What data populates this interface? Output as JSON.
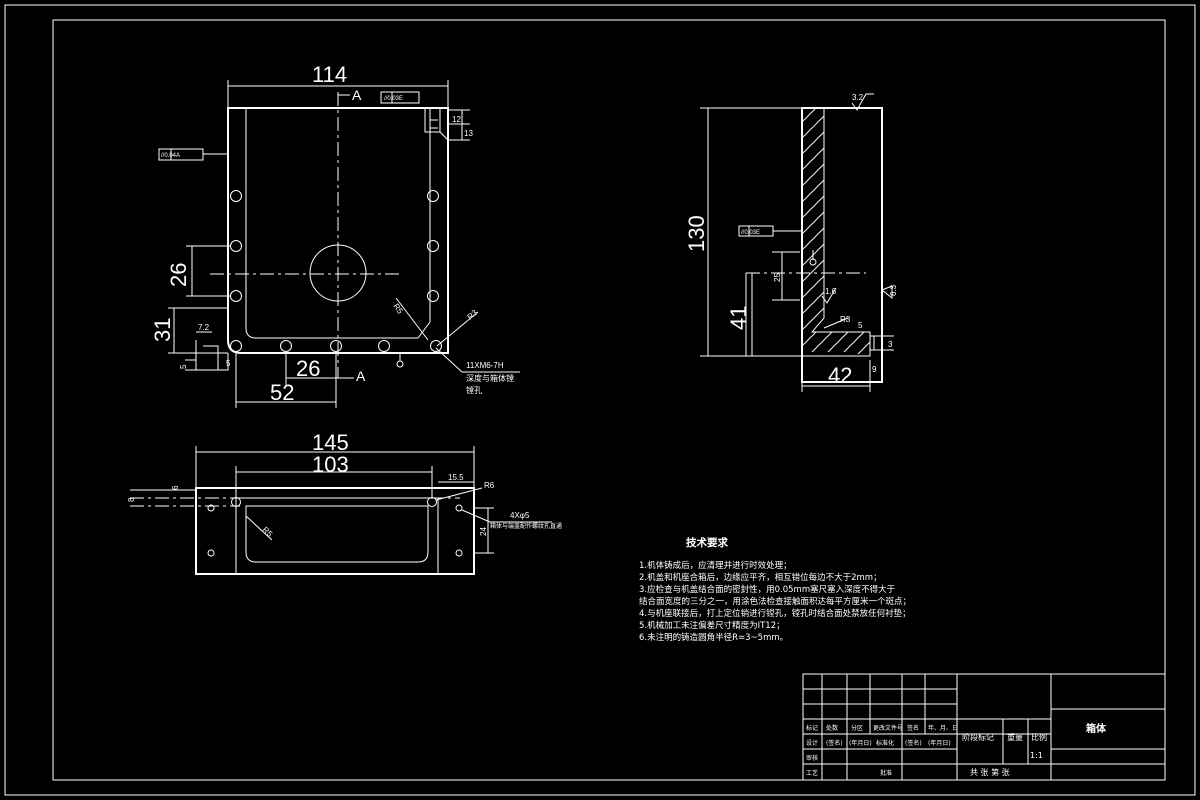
{
  "front_view": {
    "dims": {
      "width_114": "114",
      "d26_vert": "26",
      "d31": "31",
      "d26_horiz": "26",
      "d52": "52",
      "d5_left": "5",
      "d5_bottom": "5",
      "d72": "7.2",
      "d12": "12",
      "d13": "13"
    },
    "datum_a_top": "A",
    "datum_a_bottom": "A",
    "tolerance_left": "//0.04A",
    "tolerance_top": "//0.03E",
    "radius_r5": "R5",
    "radius_r3": "R3",
    "thread_note_line1": "11XM6-7H",
    "thread_note_line2": "深度与箱体镗",
    "thread_note_line3": "镗孔"
  },
  "side_view": {
    "dims": {
      "d130": "130",
      "d41": "41",
      "d42": "42",
      "d5": "5",
      "d3": "3",
      "d9": "9",
      "d25": "25"
    },
    "surface_finish_top": "3.2",
    "surface_finish_mid": "1.6",
    "surface_finish_right": "6.3",
    "radius_r3": "R3",
    "tolerance": "//0.03E"
  },
  "bottom_view": {
    "dims": {
      "d145": "145",
      "d103": "103",
      "d155": "15.5",
      "d24": "24",
      "d6": "6",
      "d8": "8"
    },
    "radius_r6": "R6",
    "radius_r5": "R5",
    "hole_note_line1": "4Xφ5",
    "hole_note_line2": "箱体与端盖配作螺纹孔直通"
  },
  "tech_requirements": {
    "title": "技术要求",
    "items": [
      "1.机体铸成后，应清理并进行时效处理；",
      "2.机盖和机座合箱后，边缘应平齐，相互错位每边不大于2mm；",
      "3.应检查与机盖结合面的密封性，用0.05mm塞尺塞入深度不得大于",
      "  结合面宽度的三分之一，用涂色法检查接触面积达每平方厘米一个斑点；",
      "4.与机座联接后，打上定位销进行镗孔，镗孔时结合面处禁放任何衬垫；",
      "5.机械加工未注偏差尺寸精度为IT12；",
      "6.未注明的铸造圆角半径R=3~5mm。"
    ]
  },
  "title_block": {
    "part_name": "箱体",
    "header_cells": [
      "标记",
      "处数",
      "分区",
      "更改文件号",
      "签名",
      "年、月、日"
    ],
    "row_design": [
      "设计",
      "(签名)",
      "(年月日)",
      "标准化",
      "(签名)",
      "(年月日)"
    ],
    "review": "审核",
    "craft": "工艺",
    "approve": "批准",
    "stage_label": "阶段标记",
    "weight_label": "重量",
    "scale_label": "比例",
    "scale_value": "1:1",
    "sheets_label": "共  张  第  张"
  }
}
